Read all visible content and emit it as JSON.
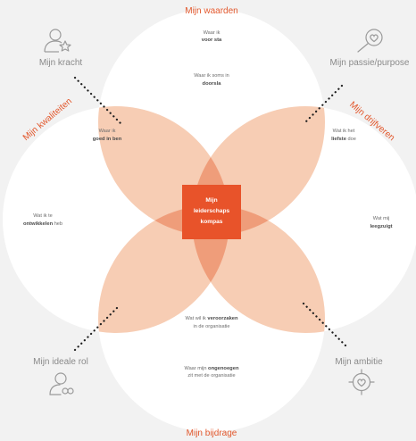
{
  "colors": {
    "background": "#f2f2f2",
    "circle": "#ffffff",
    "petal": "#f7cdb4",
    "petal_overlap": "#ef9d7a",
    "center": "#e8532a",
    "accent_text": "#e2582d",
    "muted_text": "#8a8a8a",
    "icon": "#9a9a9a"
  },
  "labels": {
    "top": "Mijn waarden",
    "bottom": "Mijn bijdrage",
    "left_arc": "Mijn kwaliteiten",
    "right_arc": "Mijn drijfveren"
  },
  "corners": {
    "top_left": {
      "label": "Mijn kracht",
      "icon": "person-star-icon"
    },
    "top_right": {
      "label": "Mijn passie/purpose",
      "icon": "magnifier-heart-icon"
    },
    "bottom_left": {
      "label": "Mijn ideale rol",
      "icon": "person-link-icon"
    },
    "bottom_right": {
      "label": "Mijn ambitie",
      "icon": "target-heart-icon"
    }
  },
  "circle_texts": {
    "top_line1": "Waar ik",
    "top_bold": "voor sta",
    "top_inner_line1": "Waar ik soms in",
    "top_inner_bold": "doorsla",
    "left_line1": "Waar ik",
    "left_bold": "goed in ben",
    "left_outer_line1": "Wat ik te",
    "left_outer_bold": "ontwikkelen",
    "left_outer_rest": " heb",
    "right_line1": "Wat ik het",
    "right_bold": "liefste",
    "right_rest": " doe",
    "right_outer_line1": "Wat mij",
    "right_outer_bold": "leegzuigt",
    "bottom_inner_pre": "Wat wil ik ",
    "bottom_inner_bold": "veroorzaken",
    "bottom_inner_line2": "in de organisatie",
    "bottom_pre": "Waar mijn ",
    "bottom_bold": "ongenoegen",
    "bottom_line2": "zit met de organisatie"
  },
  "center": {
    "line1": "Mijn",
    "line2": "leiderschaps",
    "line3": "kompas"
  }
}
